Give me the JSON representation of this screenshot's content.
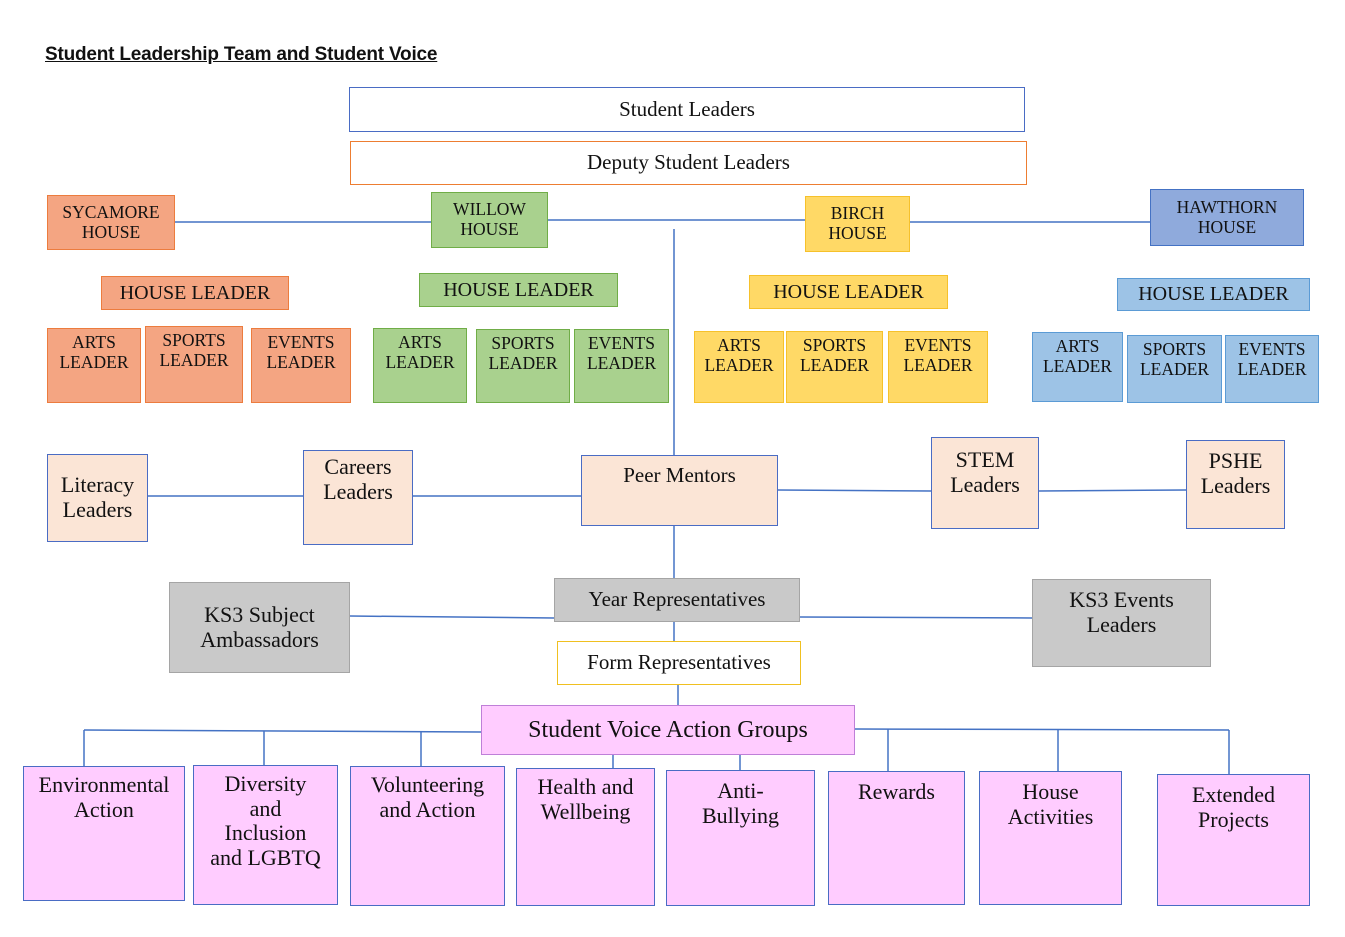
{
  "title": "Student Leadership Team and Student Voice",
  "leaders": {
    "student_leaders": "Student Leaders",
    "deputy_student_leaders": "Deputy Student Leaders"
  },
  "houses": {
    "sycamore": {
      "name": "SYCAMORE\nHOUSE",
      "house_leader": "HOUSE LEADER",
      "arts": "ARTS\nLEADER",
      "sports": "SPORTS\nLEADER",
      "events": "EVENTS\nLEADER",
      "color": "#f4a582"
    },
    "willow": {
      "name": "WILLOW\nHOUSE",
      "house_leader": "HOUSE LEADER",
      "arts": "ARTS\nLEADER",
      "sports": "SPORTS\nLEADER",
      "events": "EVENTS\nLEADER",
      "color": "#a9d18e"
    },
    "birch": {
      "name": "BIRCH\nHOUSE",
      "house_leader": "HOUSE LEADER",
      "arts": "ARTS\nLEADER",
      "sports": "SPORTS\nLEADER",
      "events": "EVENTS\nLEADER",
      "color": "#ffd966"
    },
    "hawthorn": {
      "name": "HAWTHORN\nHOUSE",
      "house_leader": "HOUSE LEADER",
      "arts": "ARTS\nLEADER",
      "sports": "SPORTS\nLEADER",
      "events": "EVENTS\nLEADER",
      "color": "#9dc3e6"
    }
  },
  "roles": {
    "literacy_leaders": "Literacy\nLeaders",
    "careers_leaders": "Careers\nLeaders",
    "peer_mentors": "Peer Mentors",
    "stem_leaders": "STEM\nLeaders",
    "pshe_leaders": "PSHE\nLeaders",
    "ks3_subject_ambassadors": "KS3 Subject\nAmbassadors",
    "year_representatives": "Year Representatives",
    "ks3_events_leaders": "KS3 Events\nLeaders",
    "form_representatives": "Form Representatives"
  },
  "action_groups": {
    "title": "Student Voice Action Groups",
    "items": [
      "Environmental\nAction",
      "Diversity\nand\nInclusion\nand LGBTQ",
      "Volunteering\nand Action",
      "Health and\nWellbeing",
      "Anti-\nBullying",
      "Rewards",
      "House\nActivities",
      "Extended\nProjects"
    ]
  },
  "colors": {
    "connector": "#4472c4",
    "group_fill": "#ffccff",
    "peach_fill": "#fbe5d6",
    "grey_fill": "#c9c9c9"
  }
}
